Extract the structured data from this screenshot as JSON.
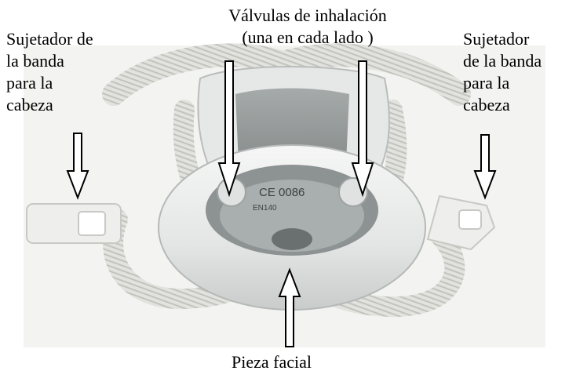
{
  "labels": {
    "top": "Válvulas de inhalación\n(una en cada lado )",
    "left": "Sujetador de\nla banda\npara la\ncabeza",
    "right": "Sujetador\nde la banda\npara la\ncabeza",
    "bottom": "Pieza facial"
  },
  "mask_markings": {
    "ce": "CE 0086",
    "standard": "EN140"
  },
  "colors": {
    "background": "#ffffff",
    "mask": "#e9ebea",
    "mask_shadow": "#b9bdbc",
    "strap": "#d8d8d4",
    "arrow": "#000000"
  }
}
